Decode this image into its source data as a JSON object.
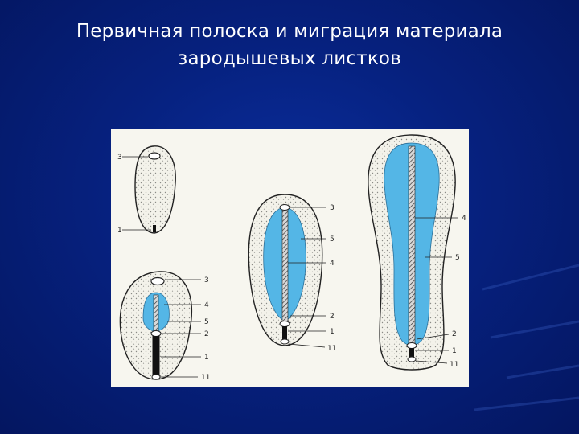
{
  "slide": {
    "title_line1": "Первичная полоска и миграция материала",
    "title_line2": "зародышевых листков"
  },
  "diagram": {
    "fig1_labels": [
      "3",
      "1"
    ],
    "fig2_labels": [
      "3",
      "4",
      "5",
      "2",
      "1",
      "11"
    ],
    "fig3_labels": [
      "3",
      "5",
      "4",
      "2",
      "1",
      "11"
    ],
    "fig4_labels": [
      "4",
      "5",
      "2",
      "1",
      "11"
    ]
  },
  "colors": {
    "background": "#06217f",
    "mesoderm": "#54b6e6",
    "panel": "#f7f6ef"
  }
}
